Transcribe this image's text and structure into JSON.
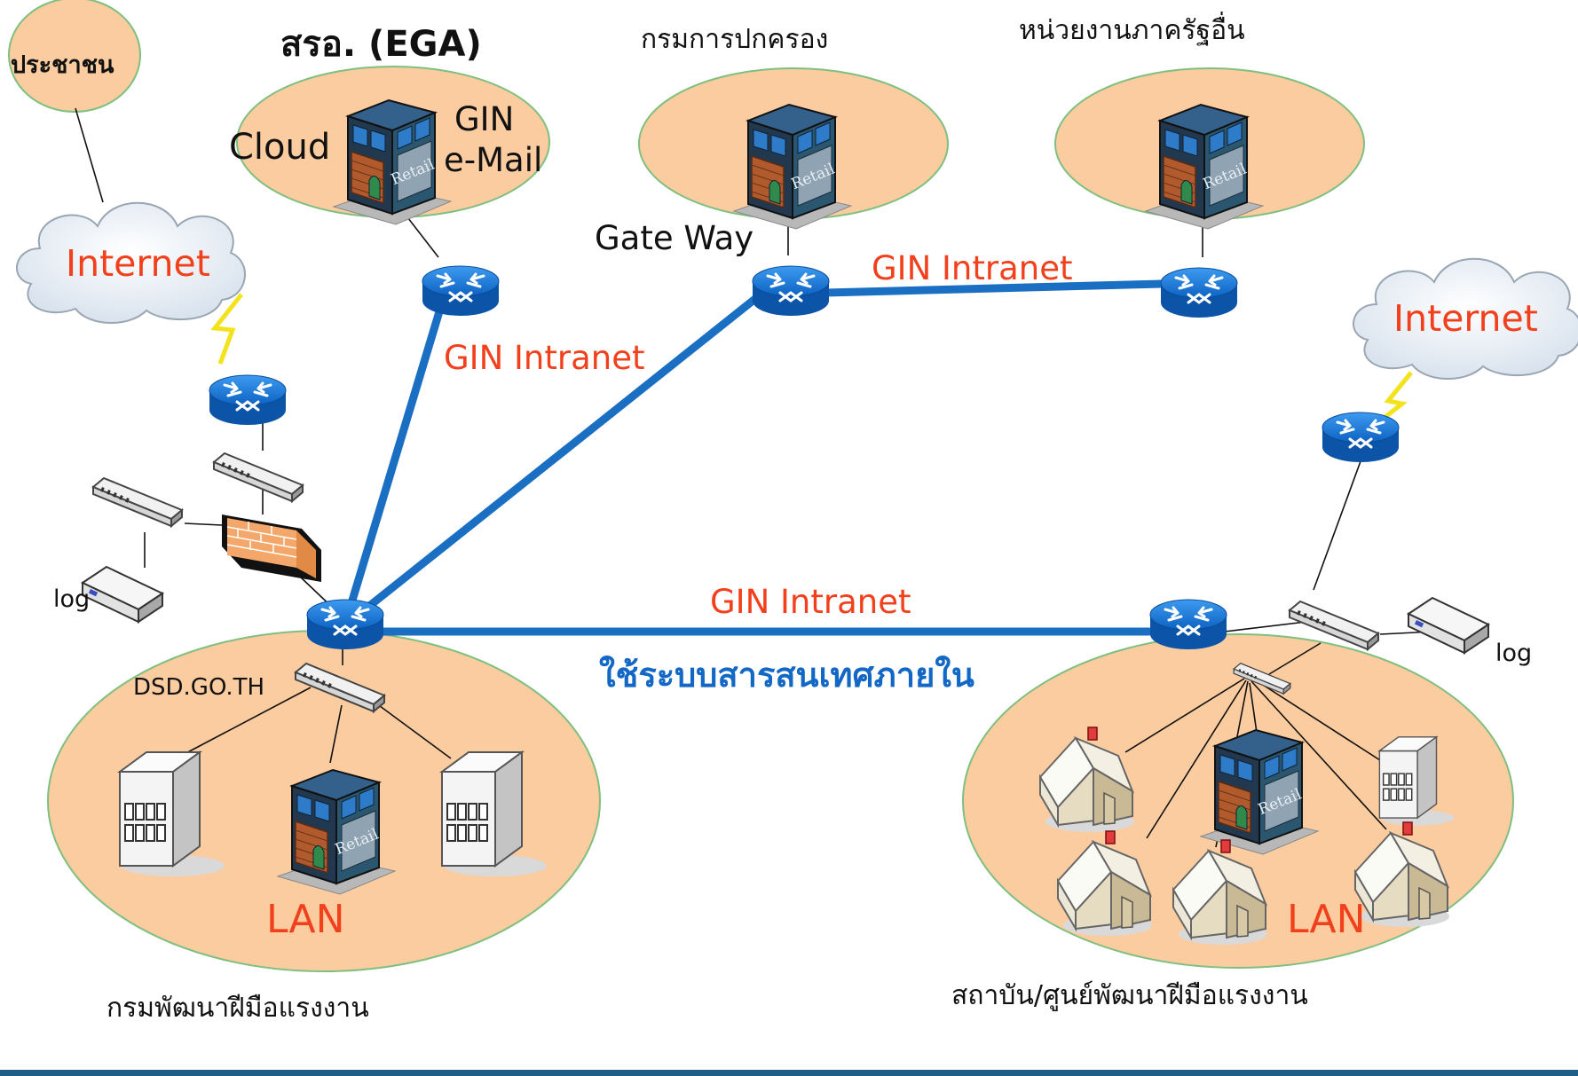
{
  "labels": {
    "people": "ประชาชน",
    "ega": "สรอ. (EGA)",
    "dopa": "กรมการปกครอง",
    "other_gov": "หน่วยงานภาครัฐอื่น",
    "cloud": "Cloud",
    "gin": "GIN",
    "email": "e-Mail",
    "gateway": "Gate Way",
    "internet_left": "Internet",
    "internet_right": "Internet",
    "intranet_top": "GIN Intranet",
    "intranet_left": "GIN Intranet",
    "intranet_bottom": "GIN Intranet",
    "internal_use": "ใช้ระบบสารสนเทศภายใน",
    "log_left": "log",
    "log_right": "log",
    "domain": "DSD.GO.TH",
    "lan_left": "LAN",
    "lan_right": "LAN",
    "hq": "กรมพัฒนาฝีมือแรงงาน",
    "institutes": "สถาบัน/ศูนย์พัฒนาฝีมือแรงงาน"
  },
  "colors": {
    "zone_fill": "#fbcc9f",
    "zone_stroke": "#7fbf7f",
    "router_blue": "#1576d8",
    "intranet_link": "#1a6fc2",
    "label_red": "#f2401c",
    "label_blue": "#1268c4",
    "firewall": "#f4a76a",
    "cloud_fill": "#eef3f9"
  },
  "icons": [
    "router-icon",
    "switch-icon",
    "firewall-icon",
    "cloud-icon",
    "building-icon",
    "server-icon",
    "house-icon",
    "log-server-icon",
    "lightning-icon"
  ]
}
